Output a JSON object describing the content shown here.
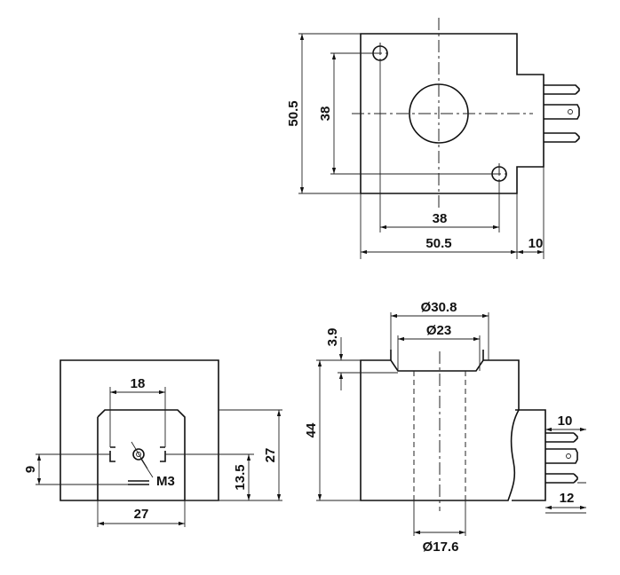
{
  "top_view": {
    "height_outer": "50.5",
    "height_hole": "38",
    "width_hole": "38",
    "width_outer": "50.5",
    "terminal": "10"
  },
  "end_view": {
    "pin_spacing": "18",
    "offset_small": "9",
    "thread": "M3",
    "pin_height": "13.5",
    "body_height": "27",
    "width": "27"
  },
  "side_view": {
    "dia_outer": "Ø30.8",
    "dia_inner": "Ø23",
    "step": "3.9",
    "height": "44",
    "bore": "Ø17.6",
    "terminal_len": "10",
    "terminal_off": "12"
  }
}
